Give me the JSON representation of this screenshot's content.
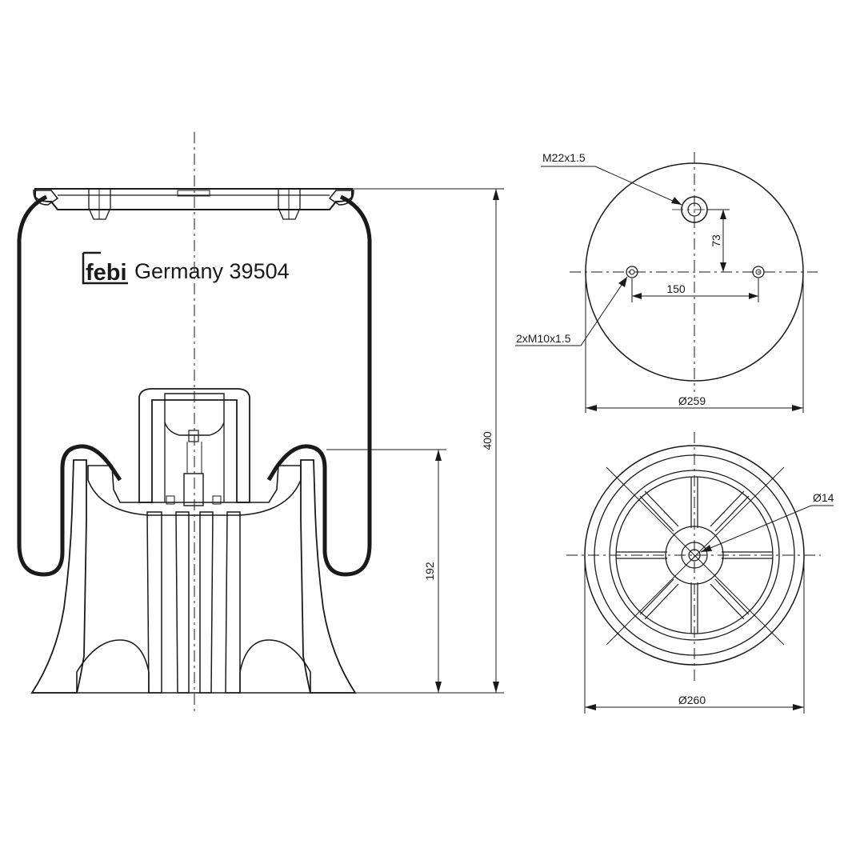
{
  "brand": {
    "logo": "febi",
    "caption": "Germany 39504"
  },
  "dimensions": {
    "overall_height": "400",
    "piston_height": "192",
    "top_thread": "M22x1.5",
    "offset": "73",
    "bolt_spacing": "150",
    "bolt_thread": "2xM10x1.5",
    "top_diameter": "Ø259",
    "center_hole": "Ø14",
    "bottom_diameter": "Ø260"
  },
  "colors": {
    "ink": "#1a1a1a",
    "background": "#ffffff"
  }
}
